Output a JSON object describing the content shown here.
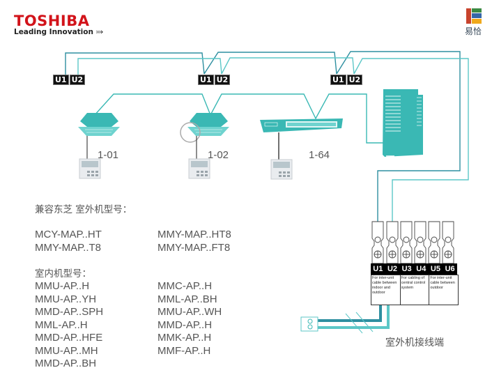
{
  "brand": {
    "name": "TOSHIBA",
    "tagline": "Leading Innovation",
    "tagline_arrows": ">>>",
    "partner_logo_text": "易恰",
    "colors": {
      "brand_red": "#d2131a",
      "wire_dark": "#2e8fa0",
      "wire_light": "#5cc7c7",
      "unit_teal": "#3ab8b4"
    }
  },
  "diagram": {
    "terminal_pairs": [
      {
        "u1": "U1",
        "u2": "U2"
      },
      {
        "u1": "U1",
        "u2": "U2"
      },
      {
        "u1": "U1",
        "u2": "U2"
      }
    ],
    "indoor_units": [
      {
        "label": "1-01",
        "type": "cassette"
      },
      {
        "label": "1-02",
        "type": "cassette"
      },
      {
        "label": "1-64",
        "type": "ducted"
      }
    ],
    "outdoor_unit": {
      "type": "vrf-outdoor"
    },
    "terminal_block": {
      "terminals": [
        "U1",
        "U2",
        "U3",
        "U4",
        "U5",
        "U6"
      ],
      "descriptions": [
        "For inter-unit cable between indoor and outdoor",
        "For cabling of central control system",
        "For inter-unit cable between outdoor"
      ],
      "caption": "室外机接线端"
    }
  },
  "models": {
    "outdoor_heading": "兼容东芝 室外机型号：",
    "outdoor_col1": [
      "MCY-MAP..HT",
      "MMY-MAP..T8"
    ],
    "outdoor_col2": [
      "MMY-MAP..HT8",
      "MMY-MAP..FT8"
    ],
    "indoor_heading": "室内机型号：",
    "indoor_col1": [
      "MMU-AP..H",
      "MMU-AP..YH",
      "MMD-AP..SPH",
      "MML-AP..H",
      "MMD-AP..HFE",
      "MMU-AP..MH",
      "MMD-AP..BH"
    ],
    "indoor_col2": [
      "MMC-AP..H",
      "MML-AP..BH",
      "MMU-AP..WH",
      "MMD-AP..H",
      "MMK-AP..H",
      "MMF-AP..H"
    ]
  }
}
